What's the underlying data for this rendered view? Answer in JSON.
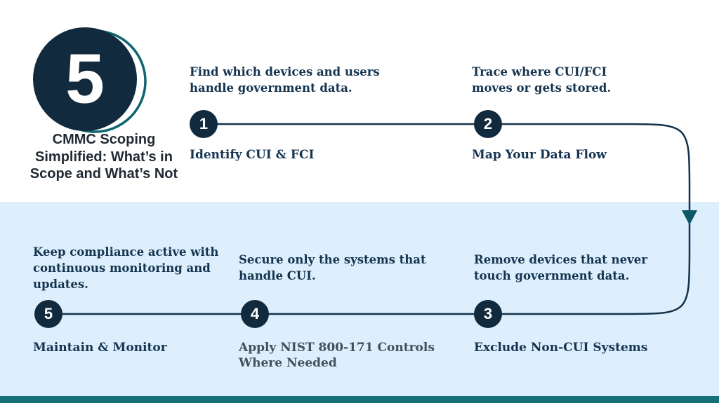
{
  "brand": {
    "big_number": "5",
    "title_lines": [
      "CMMC Scoping",
      "Simplified: What’s in",
      "Scope and What’s Not"
    ]
  },
  "steps": [
    {
      "number": "1",
      "description": "Find which devices and users handle government data.",
      "label": "Identify CUI & FCI"
    },
    {
      "number": "2",
      "description": "Trace where CUI/FCI moves or gets stored.",
      "label": "Map Your Data Flow"
    },
    {
      "number": "3",
      "description": "Remove devices that never touch government data.",
      "label": "Exclude Non-CUI Systems"
    },
    {
      "number": "4",
      "description": "Secure only the systems that handle CUI.",
      "label": "Apply NIST 800-171 Controls Where Needed"
    },
    {
      "number": "5",
      "description": "Keep compliance active with continuous monitoring and updates.",
      "label": "Maintain & Monitor"
    }
  ],
  "icons": {
    "flow_arrow": "down-arrow"
  },
  "colors": {
    "navy": "#112a3e",
    "text_navy": "#153450",
    "teal_accent": "#0e6470",
    "arrow_teal": "#0d5864",
    "bottom_bar_teal": "#147179",
    "light_blue": "#ddeefc",
    "label_gray": "#454f57",
    "white": "#ffffff"
  }
}
